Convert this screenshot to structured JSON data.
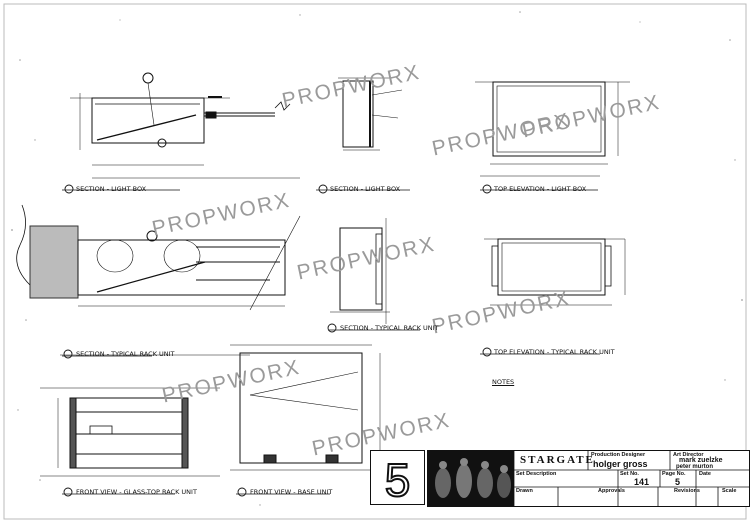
{
  "watermarks": [
    "PROPWORX",
    "PROPWORX",
    "PROPWORX",
    "PROPWORX",
    "PROPWORX",
    "PROPWORX",
    "PROPWORX",
    "PROPWORX"
  ],
  "sheet_number": "5",
  "title_block": {
    "show_name": "STARGATE",
    "production_designer_caption": "Production Designer",
    "production_designer": "holger gross",
    "art_director_caption": "Art Director",
    "art_directors": "mark zuelzke",
    "art_directors_2": "peter murton",
    "set_no_caption": "Set No.",
    "set_no": "141",
    "page_no_caption": "Page No.",
    "page_no": "5",
    "date_caption": "Date",
    "set_description_caption": "Set Description",
    "drawn_caption": "Drawn",
    "approvals_caption": "Approvals",
    "revisions_caption": "Revisions",
    "scale_caption": "Scale"
  },
  "view_labels": [
    "SECTION - LIGHT BOX",
    "SECTION - LIGHT BOX",
    "TOP ELEVATION - LIGHT BOX",
    "SECTION - TYPICAL RACK UNIT",
    "SECTION - TYPICAL RACK UNIT",
    "TOP ELEVATION - TYPICAL RACK UNIT",
    "FRONT VIEW - GLASS-TOP RACK UNIT",
    "FRONT VIEW - BASE UNIT"
  ],
  "notes_title": "NOTES"
}
